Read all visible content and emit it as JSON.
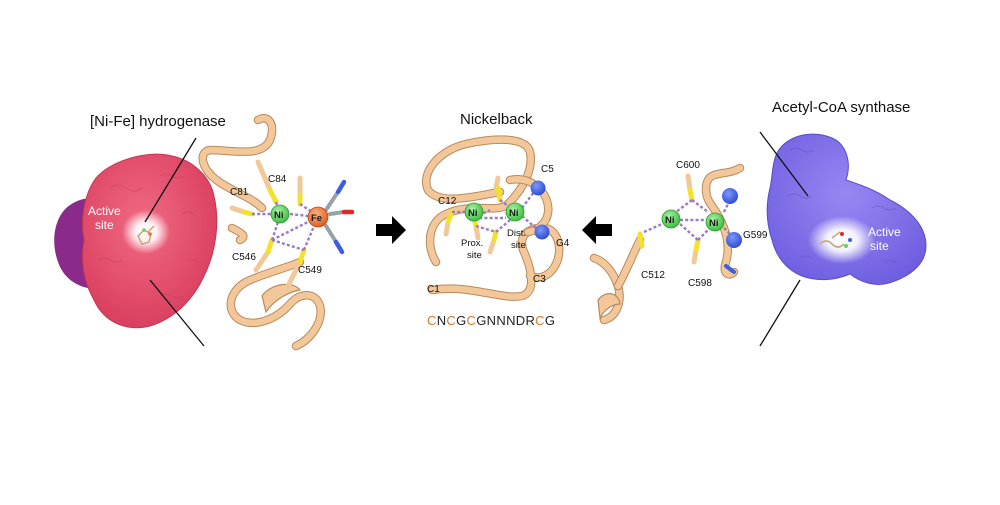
{
  "panels": {
    "left": {
      "title": "[Ni-Fe]  hydrogenase",
      "site_label": [
        "Active",
        "site"
      ],
      "residues": [
        "C81",
        "C84",
        "C546",
        "C549"
      ],
      "atoms": [
        "Ni",
        "Fe"
      ]
    },
    "center": {
      "title": "Nickelback",
      "residues": [
        "C5",
        "C12",
        "G4",
        "C1",
        "C3"
      ],
      "atoms": [
        "Ni",
        "Ni"
      ],
      "prox_site": [
        "Prox.",
        "site"
      ],
      "dist_site": [
        "Dist.",
        "site"
      ],
      "sequence": [
        "C",
        "N",
        "C",
        "G",
        "C",
        "G",
        "N",
        "N",
        "N",
        "D",
        "R",
        "C",
        "G"
      ],
      "sequence_highlight": [
        0,
        2,
        4,
        11
      ]
    },
    "right": {
      "title": "Acetyl-CoA synthase",
      "site_label": [
        "Active",
        "site"
      ],
      "residues": [
        "C600",
        "G599",
        "C512",
        "C598"
      ],
      "atoms": [
        "Ni",
        "Ni"
      ]
    }
  },
  "colors": {
    "hydrogenase_surface": "#e8506c",
    "hydrogenase_shadow": "#8a2a8a",
    "acs_surface": "#8070e8",
    "ribbon": "#f2c79a",
    "nickel": "#5fd35f",
    "iron": "#f07030",
    "sulfur": "#f3e12a",
    "nitrogen": "#3b5fe0",
    "bond": "#9a7bc8",
    "sequence_highlight": "#d4782a",
    "sequence_default": "#222222"
  }
}
